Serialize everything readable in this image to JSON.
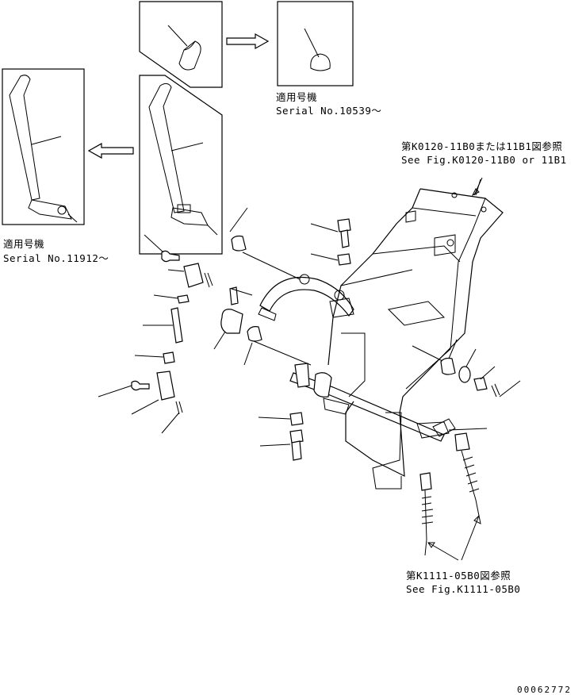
{
  "inset_top": {
    "note_jp": "適用号機",
    "note_en": "Serial No.10539～"
  },
  "inset_left": {
    "note_jp": "適用号機",
    "note_en": "Serial No.11912～"
  },
  "ref_frame": {
    "line_jp": "第K0120-11B0または11B1図参照",
    "line_en": "See Fig.K0120-11B0 or 11B1"
  },
  "ref_cable": {
    "line_jp": "第K1111-05B0図参照",
    "line_en": "See Fig.K1111-05B0"
  },
  "doc_id": "00062772"
}
